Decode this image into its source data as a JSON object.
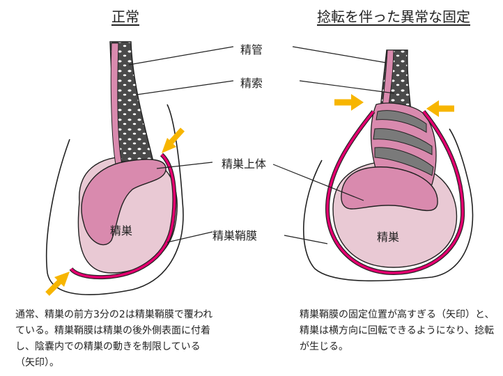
{
  "titles": {
    "normal": "正常",
    "abnormal": "捻転を伴った異常な固定"
  },
  "labels": {
    "vas_deferens": "精管",
    "spermatic_cord": "精索",
    "epididymis": "精巣上体",
    "testis_left": "精巣",
    "tunica_vaginalis": "精巣鞘膜",
    "testis_right": "精巣"
  },
  "captions": {
    "normal": "通常、精巣の前方3分の2は精巣鞘膜で覆われている。精巣鞘膜は精巣の後外側表面に付着し、陰嚢内での精巣の動きを制限している（矢印）。",
    "abnormal": "精巣鞘膜の固定位置が高すぎる（矢印）と、精巣は横方向に回転できるようになり、捻転が生じる。"
  },
  "colors": {
    "membrane": "#e2006e",
    "testis": "#e9c9d4",
    "epididymis": "#d98aae",
    "cord": "#5a5a5a",
    "arrow": "#f7b500"
  }
}
